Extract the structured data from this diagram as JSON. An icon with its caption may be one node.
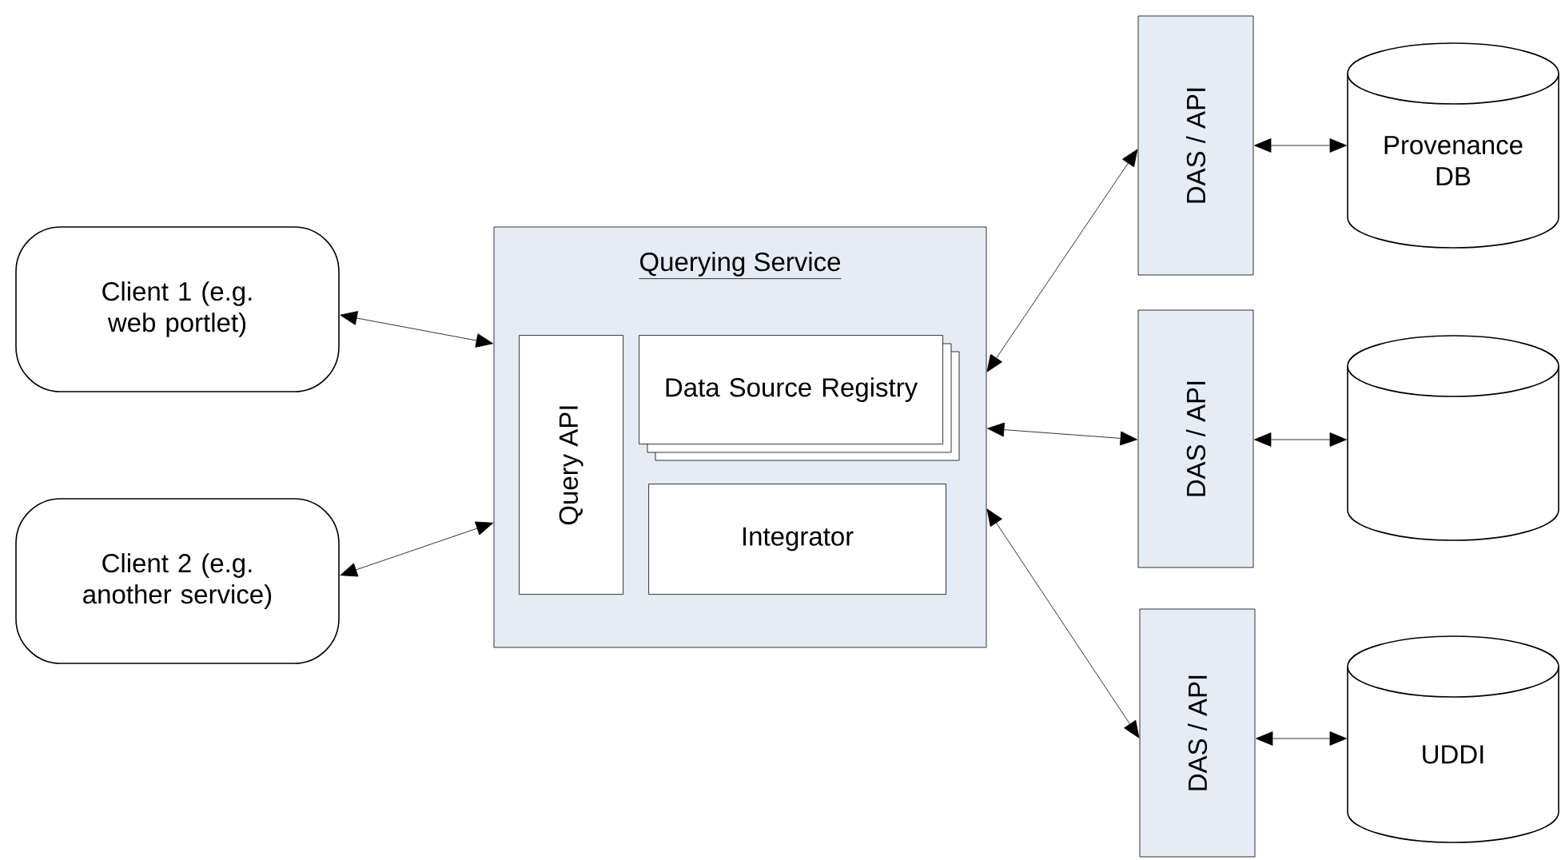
{
  "diagram": {
    "nodes": [
      {
        "text": [
          "Client 1 (e.g. web portlet)"
        ]
      },
      {
        "text": [
          "Client 2 (e.g. another service)"
        ]
      },
      {
        "text": [
          "Querying Service"
        ]
      },
      {
        "text": [
          "Query API"
        ],
        "in": 2
      },
      {
        "text": [
          "Data Source Registry"
        ],
        "in": 2
      },
      {
        "text": [
          "Integrator"
        ],
        "in": 2
      },
      {
        "text": [
          "DAS / API"
        ]
      },
      {
        "text": [
          "DAS / API"
        ]
      },
      {
        "text": [
          "DAS / API"
        ]
      },
      {
        "text": [
          "Provenance DB"
        ]
      },
      {
        "text": [],
        "shape": "cylinder"
      },
      {
        "text": [
          "UDDI"
        ]
      }
    ],
    "edges": [
      {
        "from": 0,
        "to": 2,
        "arrow": "both"
      },
      {
        "from": 1,
        "to": 2,
        "arrow": "both"
      },
      {
        "from": 2,
        "to": 6,
        "arrow": "both"
      },
      {
        "from": 2,
        "to": 7,
        "arrow": "both"
      },
      {
        "from": 2,
        "to": 8,
        "arrow": "both"
      },
      {
        "from": 6,
        "to": 9,
        "arrow": "both"
      },
      {
        "from": 7,
        "to": 10,
        "arrow": "both"
      },
      {
        "from": 8,
        "to": 11,
        "arrow": "both"
      }
    ]
  }
}
